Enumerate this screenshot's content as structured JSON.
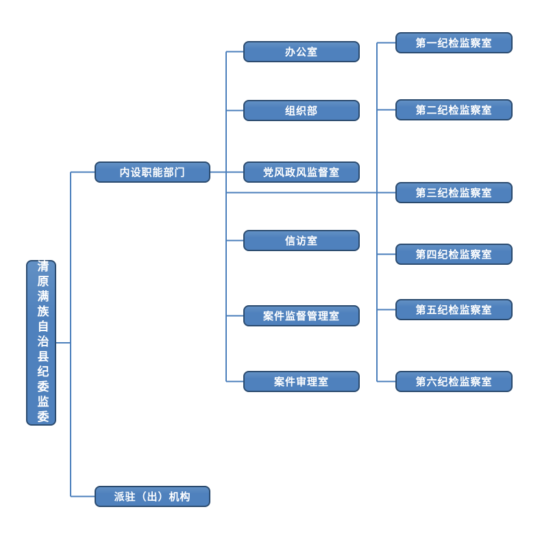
{
  "colors": {
    "box_fill": "#4f81bd",
    "box_fill_light": "#6290c4",
    "box_border": "#2a4a6e",
    "connector": "#4a7ebb",
    "text": "#ffffff",
    "canvas_bg": "#ffffff"
  },
  "org": {
    "root": {
      "label": "清原满族自治县纪委监委"
    },
    "branches": [
      {
        "label": "内设职能部门"
      },
      {
        "label": "派驻（出）机构"
      }
    ],
    "departments": [
      {
        "label": "办公室"
      },
      {
        "label": "组织部"
      },
      {
        "label": "党风政风监督室"
      },
      {
        "label": "信访室"
      },
      {
        "label": "案件监督管理室"
      },
      {
        "label": "案件审理室"
      }
    ],
    "inspection_offices": [
      {
        "label": "第一纪检监察室"
      },
      {
        "label": "第二纪检监察室"
      },
      {
        "label": "第三纪检监察室"
      },
      {
        "label": "第四纪检监察室"
      },
      {
        "label": "第五纪检监察室"
      },
      {
        "label": "第六纪检监察室"
      }
    ]
  }
}
